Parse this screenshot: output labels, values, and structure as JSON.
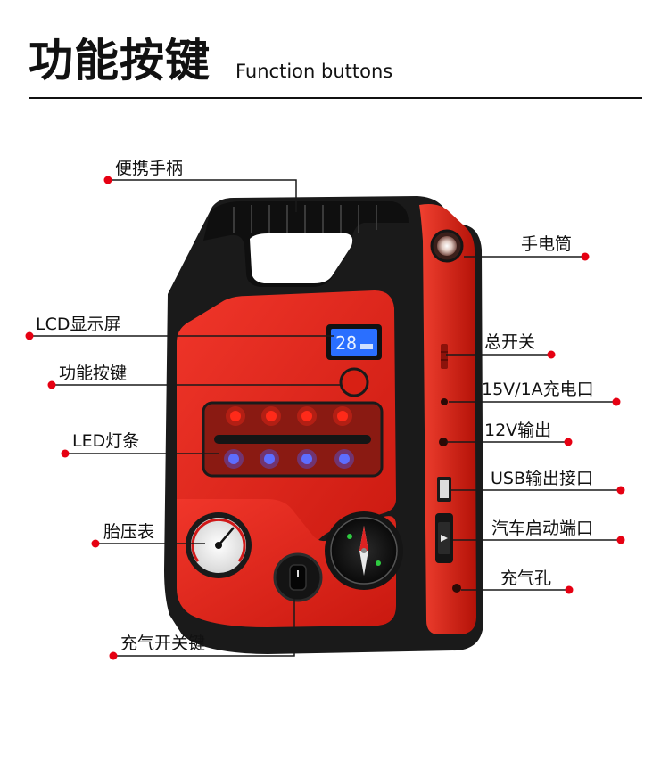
{
  "header": {
    "title": "功能按键",
    "subtitle": "Function buttons"
  },
  "device": {
    "lcd_reading": "28"
  },
  "labels": {
    "handle": "便携手柄",
    "flashlight": "手电筒",
    "lcd": "LCD显示屏",
    "main_switch": "总开关",
    "function_key": "功能按键",
    "charge_port": "15V/1A充电口",
    "led_strip": "LED灯条",
    "out_12v": "12V输出",
    "usb_out": "USB输出接口",
    "tire_gauge": "胎压表",
    "car_start_port": "汽车启动端口",
    "air_hole": "充气孔",
    "inflate_switch": "充气开关键"
  },
  "colors": {
    "accent_dot": "#e60012",
    "body_red": "#e8281c",
    "body_black": "#1c1c1c",
    "led_red": "#ff2a1a",
    "led_blue": "#4a5cff"
  }
}
